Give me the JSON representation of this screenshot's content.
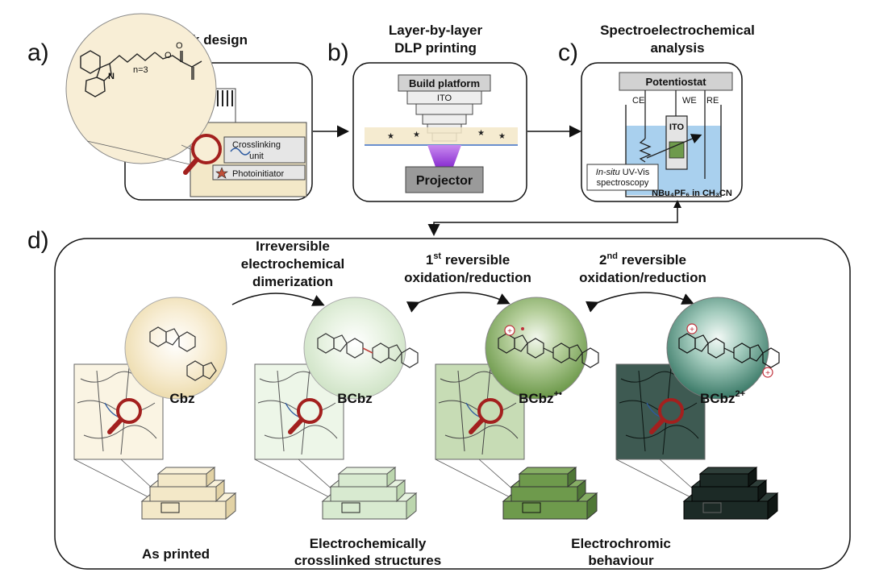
{
  "panels": {
    "a": {
      "letter": "a)",
      "title": "Ink design",
      "legend_crosslinking": "Crosslinking unit",
      "legend_crosslinking_l1": "Crosslinking",
      "legend_crosslinking_l2": "unit",
      "legend_photoinitiator": "Photoinitiator",
      "molecule_subscript": "n=3"
    },
    "b": {
      "letter": "b)",
      "title_l1": "Layer-by-layer",
      "title_l2": "DLP printing",
      "build_platform": "Build platform",
      "ito": "ITO",
      "projector": "Projector"
    },
    "c": {
      "letter": "c)",
      "title_l1": "Spectroelectrochemical",
      "title_l2": "analysis",
      "potentiostat": "Potentiostat",
      "ce": "CE",
      "we": "WE",
      "re": "RE",
      "ito": "ITO",
      "insitu_l1a": "In-situ",
      "insitu_l1b": " UV-Vis",
      "insitu_l2": "spectroscopy",
      "electrolyte": "NBu₄PF₆ in CH₃CN"
    },
    "d": {
      "letter": "d)",
      "step1_l1": "Irreversible",
      "step1_l2": "electrochemical",
      "step1_l3": "dimerization",
      "step2_l1_a": "1",
      "step2_l1_sup": "st",
      "step2_l1_b": " reversible",
      "step2_l2": "oxidation/reduction",
      "step3_l1_a": "2",
      "step3_l1_sup": "nd",
      "step3_l1_b": " reversible",
      "step3_l2": "oxidation/reduction",
      "species": [
        {
          "name": "Cbz",
          "sup": ""
        },
        {
          "name": "BCbz",
          "sup": ""
        },
        {
          "name": "BCbz",
          "sup": "+•"
        },
        {
          "name": "BCbz",
          "sup": "2+"
        }
      ],
      "caption_as_printed": "As printed",
      "caption_crosslinked_l1": "Electrochemically",
      "caption_crosslinked_l2": "crosslinked structures",
      "caption_electrochromic_l1": "Electrochromic",
      "caption_electrochromic_l2": "behaviour"
    }
  },
  "colors": {
    "stage_cream": "#f3e8c8",
    "stage_light_green": "#d8ead0",
    "stage_mid_green": "#6e9a4c",
    "stage_dark": "#1c2a26",
    "magnifier_red": "#a3201e",
    "projector_purple": "#9b3fd6",
    "electrolyte_blue": "#a9d0ee"
  }
}
